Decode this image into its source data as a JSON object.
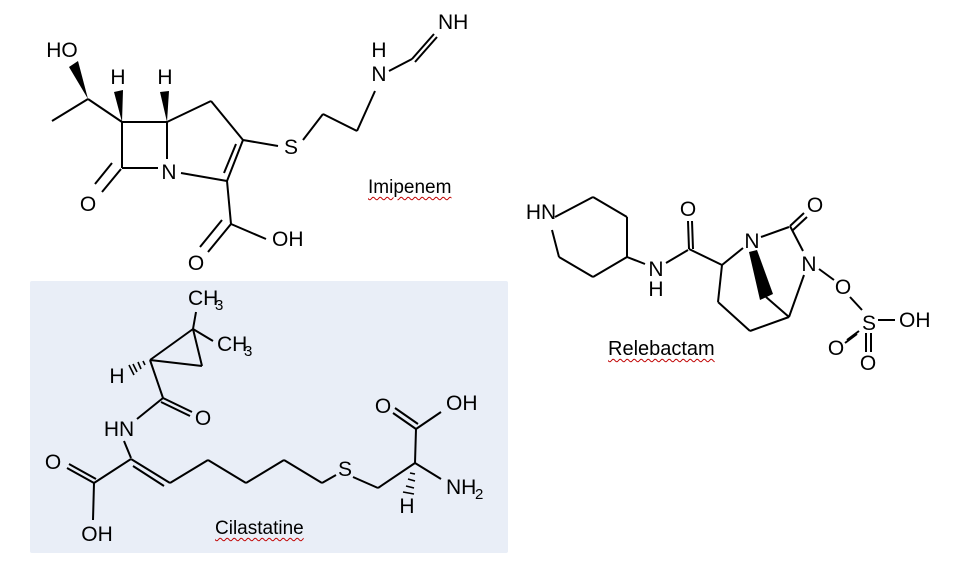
{
  "canvas": {
    "width": "958",
    "height": "575",
    "background": "#ffffff"
  },
  "labels": {
    "imipenem": "Imipenem",
    "cilastatine": "Cilastatine",
    "relebactam": "Relebactam"
  },
  "style": {
    "bond_color": "#000000",
    "text_color": "#000000",
    "spellcheck_underline_color": "#c00000"
  },
  "cilastatine_box": {
    "fill": "#e9eef7"
  },
  "atoms": {
    "imipenem": {
      "ho": "HO",
      "h_c6": "H",
      "h_c5": "H",
      "o_lactam": "O",
      "n_ring": "N",
      "o_acid": "O",
      "oh_acid": "OH",
      "s": "S",
      "h_amine": "H",
      "n_amine": "N",
      "nh_imine": "NH"
    },
    "cilastatine": {
      "ch": "CH",
      "sub3": "3",
      "h_cp": "H",
      "o_amide": "O",
      "hn": "HN",
      "o_acid1": "O",
      "oh_acid1": "OH",
      "s": "S",
      "h_stereo": "H",
      "nh": "NH",
      "sub2": "2",
      "o_acid2": "O",
      "oh_acid2": "OH"
    },
    "relebactam": {
      "hn": "HN",
      "n_amide": "N",
      "h_amide": "H",
      "o_amide": "O",
      "n1": "N",
      "o_keto": "O",
      "n6": "N",
      "o_bridge": "O",
      "s": "S",
      "o_s_left": "O",
      "o_s_down": "O",
      "oh": "OH"
    }
  }
}
